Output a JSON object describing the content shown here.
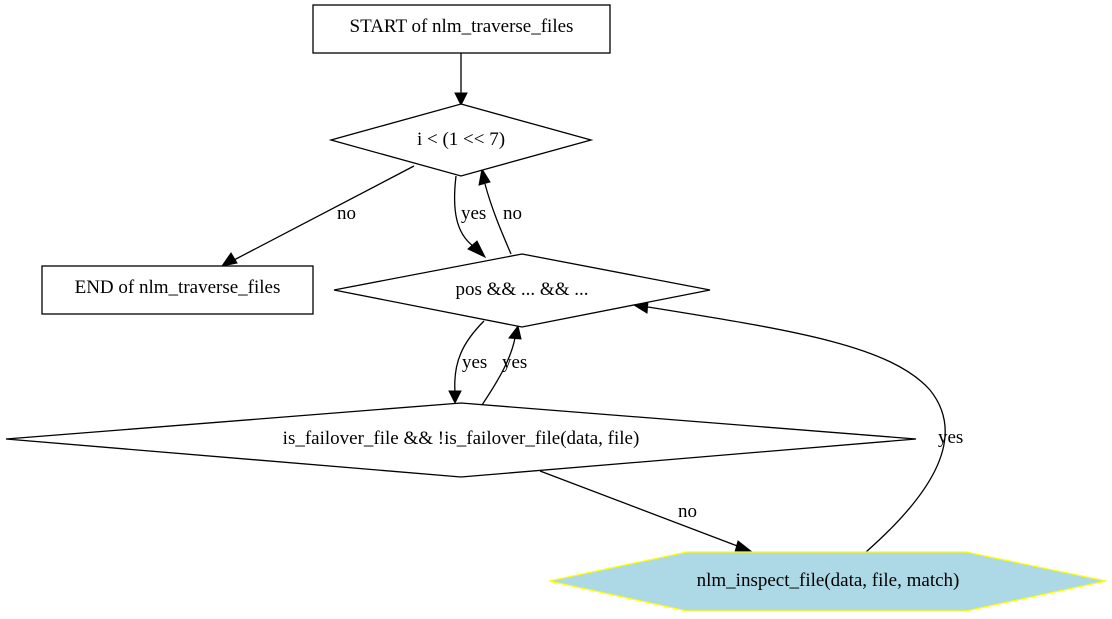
{
  "nodes": {
    "start": {
      "label": "START of nlm_traverse_files"
    },
    "loop_cond": {
      "label": "i < (1 << 7)"
    },
    "end": {
      "label": "END of nlm_traverse_files"
    },
    "pos_cond": {
      "label": "pos && ... && ..."
    },
    "failover_cond": {
      "label": "is_failover_file && !is_failover_file(data, file)"
    },
    "inspect": {
      "label": "nlm_inspect_file(data, file, match)"
    }
  },
  "edges": {
    "loop_to_end": "no",
    "loop_to_pos": "yes",
    "pos_to_loop": "no",
    "pos_to_failover": "yes",
    "failover_to_pos": "yes",
    "failover_to_inspect": "no",
    "inspect_to_pos": "yes"
  },
  "colors": {
    "inspect_fill": "#add8e6",
    "inspect_stroke": "#ffff00",
    "line": "#000000"
  }
}
